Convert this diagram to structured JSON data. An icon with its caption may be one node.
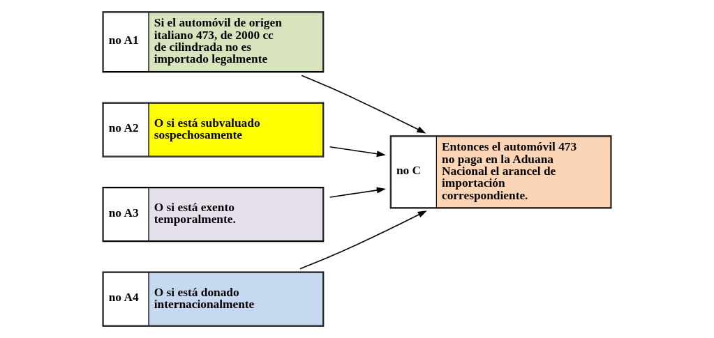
{
  "diagram": {
    "nodes": [
      {
        "text": [
          "no A1",
          "Si el automóvil de origen italiano 473, de 2000 cc de cilindrada no es importado legalmente"
        ]
      },
      {
        "text": [
          "no A2",
          "O si está subvaluado sospechosamente"
        ]
      },
      {
        "text": [
          "no A3",
          "O si está exento temporalmente."
        ]
      },
      {
        "text": [
          "no A4",
          "O si está donado internacionalmente"
        ]
      },
      {
        "text": [
          "no C",
          "Entonces el automóvil 473 no paga en la Aduana Nacional el arancel de importación correspondiente."
        ]
      }
    ],
    "edges": [
      {
        "from": 0,
        "to": 4,
        "arrow": "to"
      },
      {
        "from": 1,
        "to": 4,
        "arrow": "to"
      },
      {
        "from": 2,
        "to": 4,
        "arrow": "to"
      },
      {
        "from": 3,
        "to": 4,
        "arrow": "to"
      }
    ]
  }
}
